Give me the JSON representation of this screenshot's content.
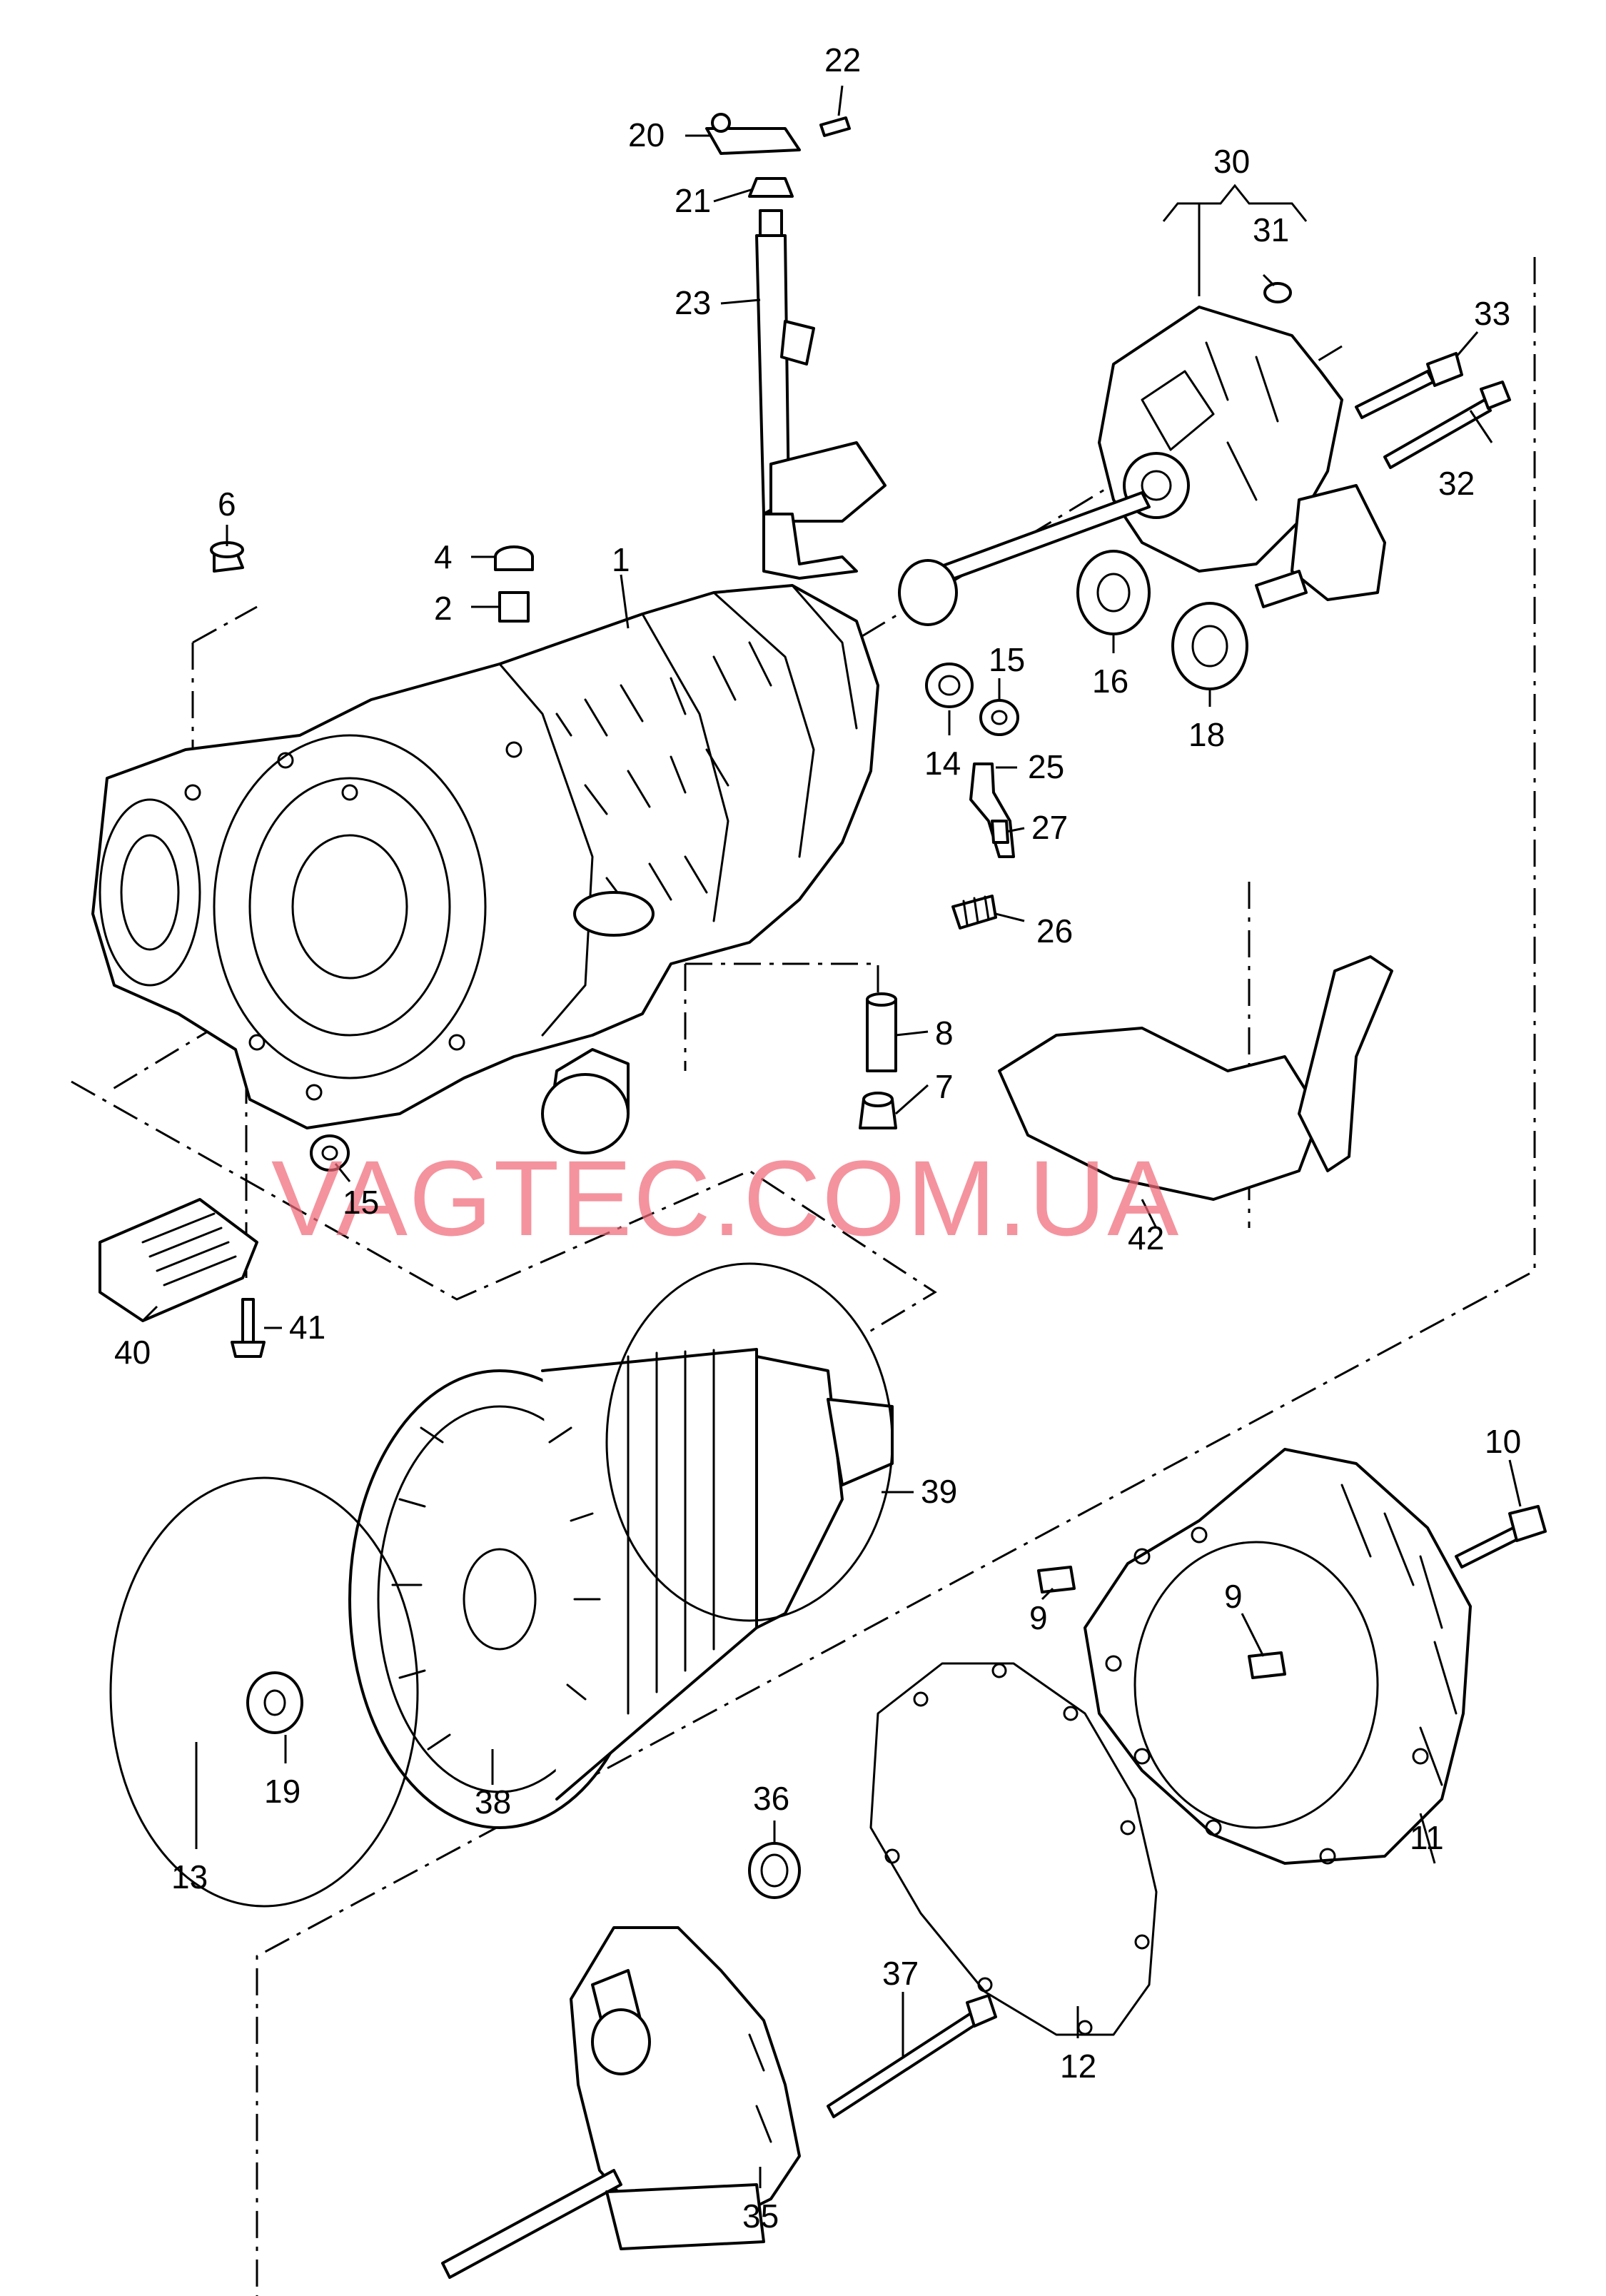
{
  "watermark": "VAGTEC.COM.UA",
  "callouts": {
    "c1": "1",
    "c2": "2",
    "c4": "4",
    "c6": "6",
    "c7": "7",
    "c8": "8",
    "c9a": "9",
    "c9b": "9",
    "c10": "10",
    "c11": "11",
    "c12": "12",
    "c13": "13",
    "c14": "14",
    "c15a": "15",
    "c15b": "15",
    "c16": "16",
    "c18": "18",
    "c19": "19",
    "c20": "20",
    "c21": "21",
    "c22": "22",
    "c23": "23",
    "c25": "25",
    "c26": "26",
    "c27": "27",
    "c30": "30",
    "c31": "31",
    "c32": "32",
    "c33": "33",
    "c35": "35",
    "c36": "36",
    "c37": "37",
    "c38": "38",
    "c39": "39",
    "c40": "40",
    "c41": "41",
    "c42": "42"
  }
}
